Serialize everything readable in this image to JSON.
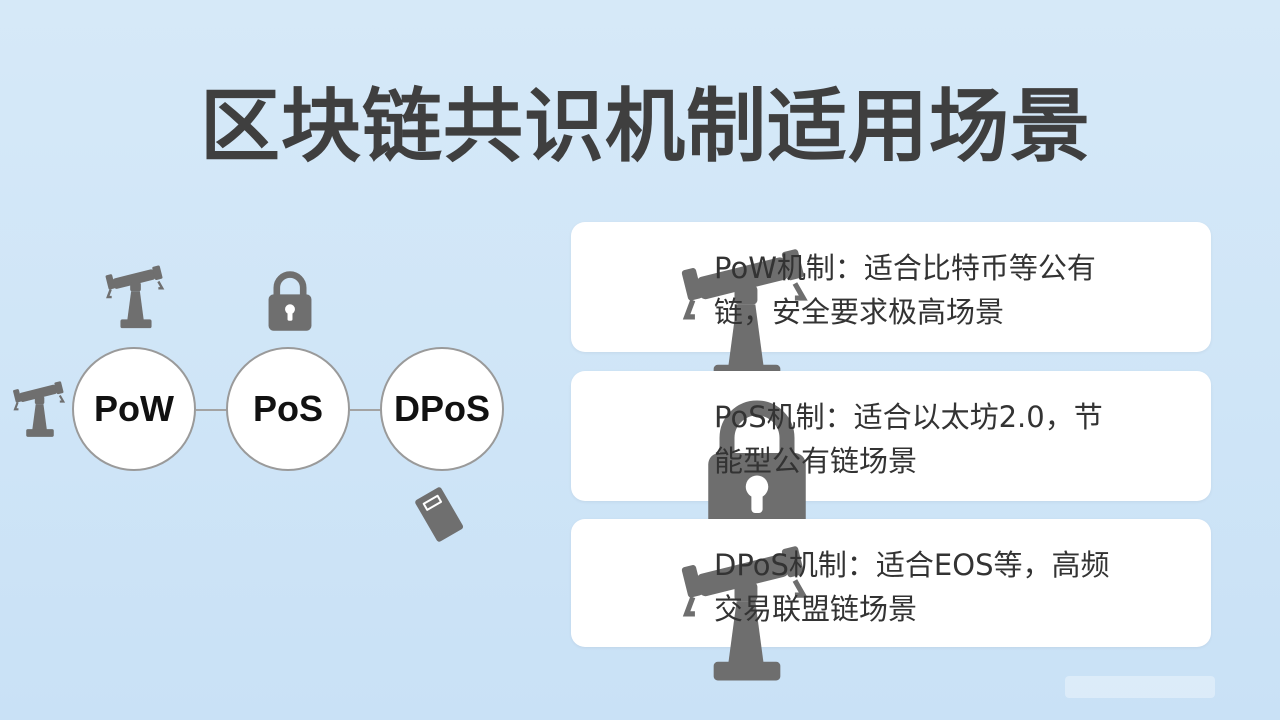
{
  "title": "区块链共识机制适用场景",
  "nodes": [
    {
      "label": "PoW"
    },
    {
      "label": "PoS"
    },
    {
      "label": "DPoS"
    }
  ],
  "icons": [
    "telescope-icon",
    "lock-icon",
    "card-icon"
  ],
  "cards": [
    {
      "icon": "telescope-icon",
      "line1": "PoW机制：适合比特币等公有",
      "line2": "链，安全要求极高场景"
    },
    {
      "icon": "lock-icon",
      "line1": "PoS机制：适合以太坊2.0，节",
      "line2": "能型公有链场景"
    },
    {
      "icon": "telescope-icon",
      "line1": "DPoS机制：适合EOS等，高频",
      "line2": "交易联盟链场景"
    }
  ],
  "colors": {
    "background": "#d3e7f8",
    "title": "#3f3f3f",
    "icon": "#6f6f6f",
    "card": "#ffffff"
  }
}
